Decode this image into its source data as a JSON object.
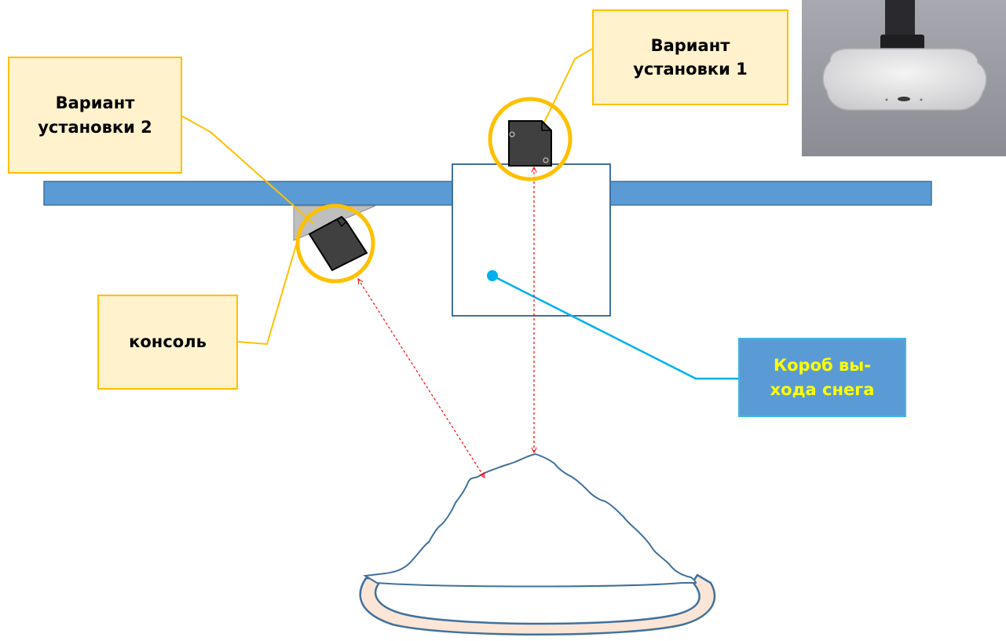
{
  "labels": {
    "variant_1": "Вариант\nустановки 1",
    "variant_2": "Вариант\nустановки 2",
    "console": "консоль",
    "snow_box": "Короб вы-\nхода снега"
  },
  "colors": {
    "beam_fill": "#5b9bd5",
    "beam_stroke": "#41719c",
    "box_stroke": "#41719c",
    "highlight_ring": "#ffc000",
    "callout_fill": "#fff2cc",
    "callout_border": "#ffc000",
    "snowbox_callout_fill": "#5b9bd5",
    "snowbox_callout_text": "#ffff00",
    "snowbox_pointer": "#00b0f0",
    "sensor_fill": "#404040",
    "measure_line": "#ff0000",
    "snow_fill": "#ffffff",
    "snow_stroke": "#41719c",
    "tray_fill": "#fbe5d6",
    "bracket_fill": "#bfbfbf"
  },
  "icons": {
    "sensor": "sensor-icon",
    "photo": "sensor-photo"
  }
}
